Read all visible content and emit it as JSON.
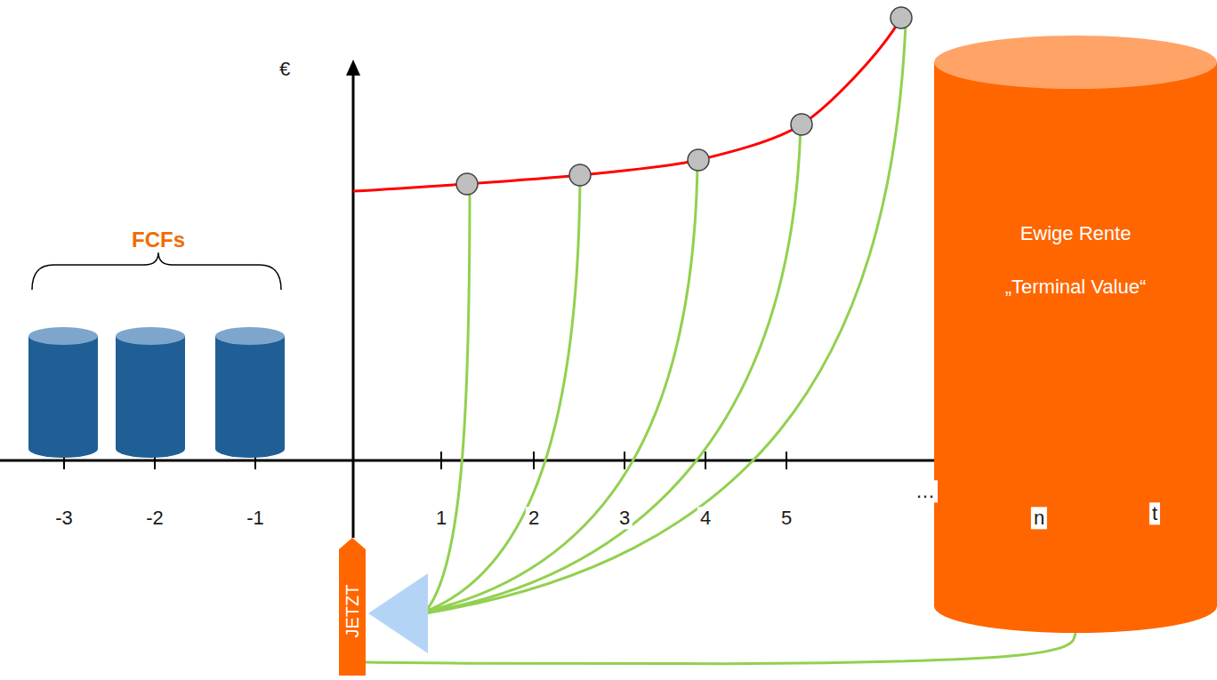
{
  "diagram": {
    "nodes": [
      {
        "text": [
          "Ewige Rente",
          "„Terminal Value“"
        ]
      },
      {
        "text": [
          "JETZT"
        ]
      }
    ],
    "edges": [
      {
        "from": 0,
        "to": 1,
        "arrow": "none"
      }
    ],
    "labels": [
      "€",
      "FCFs",
      "-3",
      "-2",
      "-1",
      "1",
      "2",
      "3",
      "4",
      "5",
      "…",
      "n",
      "t"
    ]
  }
}
